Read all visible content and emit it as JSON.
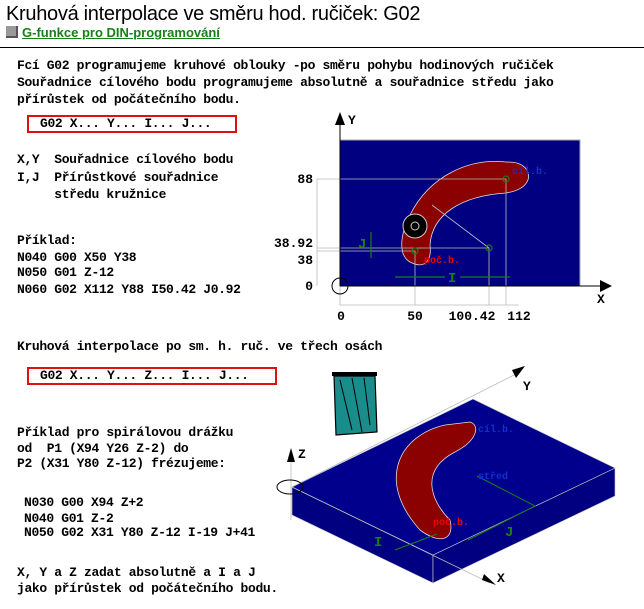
{
  "header": {
    "title": "Kruhová interpolace ve směru hod. ručiček: G02",
    "link": "G-funkce pro DIN-programování"
  },
  "intro": [
    "Fcí G02 programujeme kruhové oblouky -po směru pohybu hodinových ručiček",
    "Souřadnice cílového bodu programujeme absolutně a souřadnice středu jako",
    "přírůstek od počátečního bodu."
  ],
  "syntax1": "G02 X... Y... I... J...",
  "defs": [
    "X,Y  Souřadnice cílového bodu",
    "I,J  Přírůstkové souřadnice",
    "     středu kružnice"
  ],
  "example1": [
    "Příklad:",
    "N040 G00 X50 Y38",
    "N050 G01 Z-12",
    "N060 G02 X112 Y88 I50.42 J0.92"
  ],
  "section2": "Kruhová interpolace po sm. h. ruč. ve třech osách",
  "syntax2": "G02 X... Y... Z... I... J...",
  "example2": [
    "Příklad pro spirálovou drážku",
    "od  P1 (X94 Y26 Z-2) do",
    "P2 (X31 Y80 Z-12) frézujeme:"
  ],
  "program2": [
    "N030 G00 X94 Z+2",
    "N040 G01 Z-2",
    "N050 G02 X31 Y80 Z-12 I-19 J+41"
  ],
  "note": [
    "X, Y a Z zadat absolutně a I a J",
    "jako přírůstek od počátečního bodu."
  ],
  "diagram1": {
    "axis_x": "X",
    "axis_y": "Y",
    "y_ticks": [
      "88",
      "38.92",
      "38",
      "0"
    ],
    "x_ticks": [
      "0",
      "50",
      "100.42",
      "112"
    ],
    "I": "I",
    "J": "J",
    "start": "poč.b.",
    "end": "cíl.b."
  },
  "diagram2": {
    "axis_x": "X",
    "axis_y": "Y",
    "axis_z": "Z",
    "I": "I",
    "J": "J",
    "start": "poč.b.",
    "end": "cíl.b.",
    "center": "střed"
  },
  "colors": {
    "link": "#178017",
    "box": "#e01010",
    "work": "#000080",
    "groove": "#8b0000",
    "dim": "#178017"
  }
}
